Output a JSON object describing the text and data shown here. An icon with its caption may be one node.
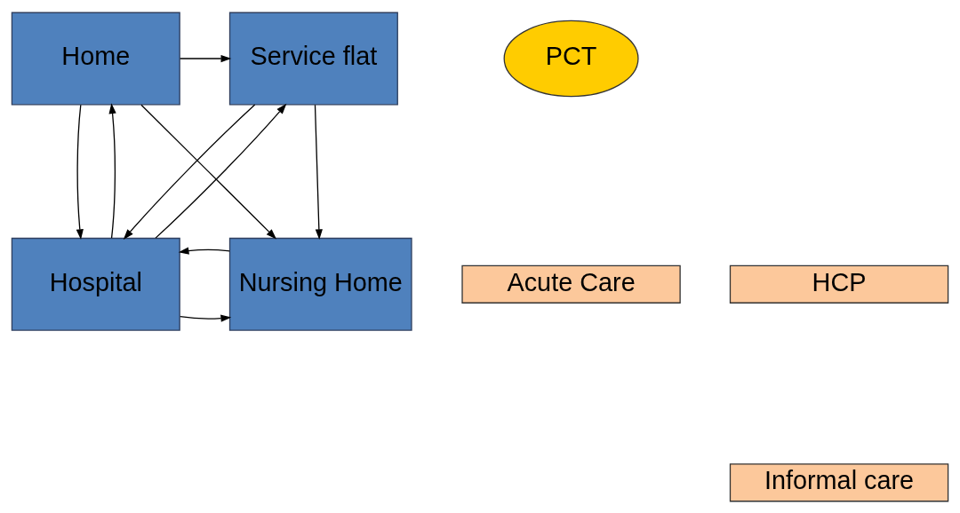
{
  "diagram": {
    "nodes": [
      {
        "text": [
          "Home"
        ]
      },
      {
        "text": [
          "Service flat"
        ]
      },
      {
        "text": [
          "PCT"
        ]
      },
      {
        "text": [
          "Acute Care"
        ]
      },
      {
        "text": [
          "HCP"
        ]
      },
      {
        "text": [
          "Informal care"
        ]
      },
      {
        "text": [
          "Hospital"
        ]
      },
      {
        "text": [
          "Nursing Home"
        ]
      }
    ],
    "edges": [
      {
        "from": 0,
        "to": 1,
        "arrow": "to"
      },
      {
        "from": 0,
        "to": 6,
        "arrow": "to"
      },
      {
        "from": 6,
        "to": 0,
        "arrow": "to"
      },
      {
        "from": 0,
        "to": 7,
        "arrow": "to"
      },
      {
        "from": 1,
        "to": 6,
        "arrow": "to"
      },
      {
        "from": 6,
        "to": 1,
        "arrow": "to"
      },
      {
        "from": 1,
        "to": 7,
        "arrow": "to"
      },
      {
        "from": 6,
        "to": 7,
        "arrow": "to"
      },
      {
        "from": 7,
        "to": 6,
        "arrow": "to"
      }
    ]
  }
}
